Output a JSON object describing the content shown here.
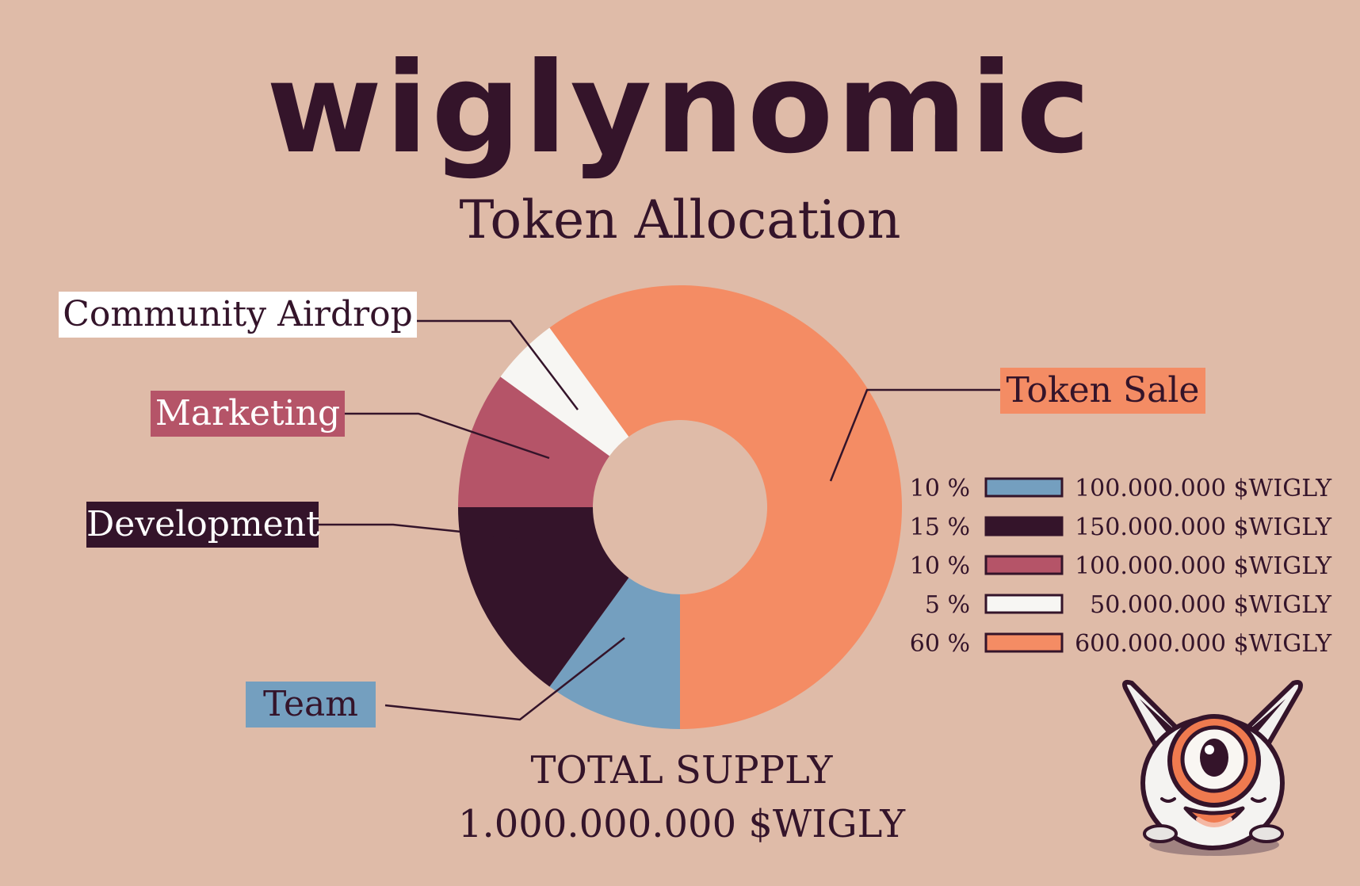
{
  "header": {
    "brand": "wiglynomic",
    "subtitle": "Token Allocation"
  },
  "chart_data": {
    "type": "pie",
    "donut": true,
    "categories": [
      "Team",
      "Development",
      "Marketing",
      "Community Airdrop",
      "Token Sale"
    ],
    "values": [
      10,
      15,
      10,
      5,
      60
    ],
    "series": [
      {
        "values": [
          10,
          15,
          10,
          5,
          60
        ],
        "amounts": [
          "100.000.000 $WIGLY",
          "150.000.000 $WIGLY",
          "100.000.000 $WIGLY",
          "50.000.000 $WIGLY",
          "600.000.000 $WIGLY"
        ]
      }
    ],
    "colors": [
      "#749fbf",
      "#34142a",
      "#b55468",
      "#f7f6f3",
      "#f48c64"
    ],
    "label_text_colors": [
      "#34142a",
      "#ffffff",
      "#ffffff",
      "#34142a",
      "#34142a"
    ],
    "legend": [
      {
        "percent": "10 %",
        "amount": "100.000.000 $WIGLY",
        "color": "#749fbf"
      },
      {
        "percent": "15 %",
        "amount": "150.000.000 $WIGLY",
        "color": "#34142a"
      },
      {
        "percent": "10 %",
        "amount": "100.000.000 $WIGLY",
        "color": "#b55468"
      },
      {
        "percent": "5 %",
        "amount": "50.000.000 $WIGLY",
        "color": "#f7f6f3"
      },
      {
        "percent": "60 %",
        "amount": "600.000.000 $WIGLY",
        "color": "#f48c64"
      }
    ],
    "legend_position": "right"
  },
  "footer": {
    "supply_label": "TOTAL SUPPLY",
    "supply_value": "1.000.000.000 $WIGLY"
  },
  "mascot": {
    "icon": "mascot-icon"
  }
}
